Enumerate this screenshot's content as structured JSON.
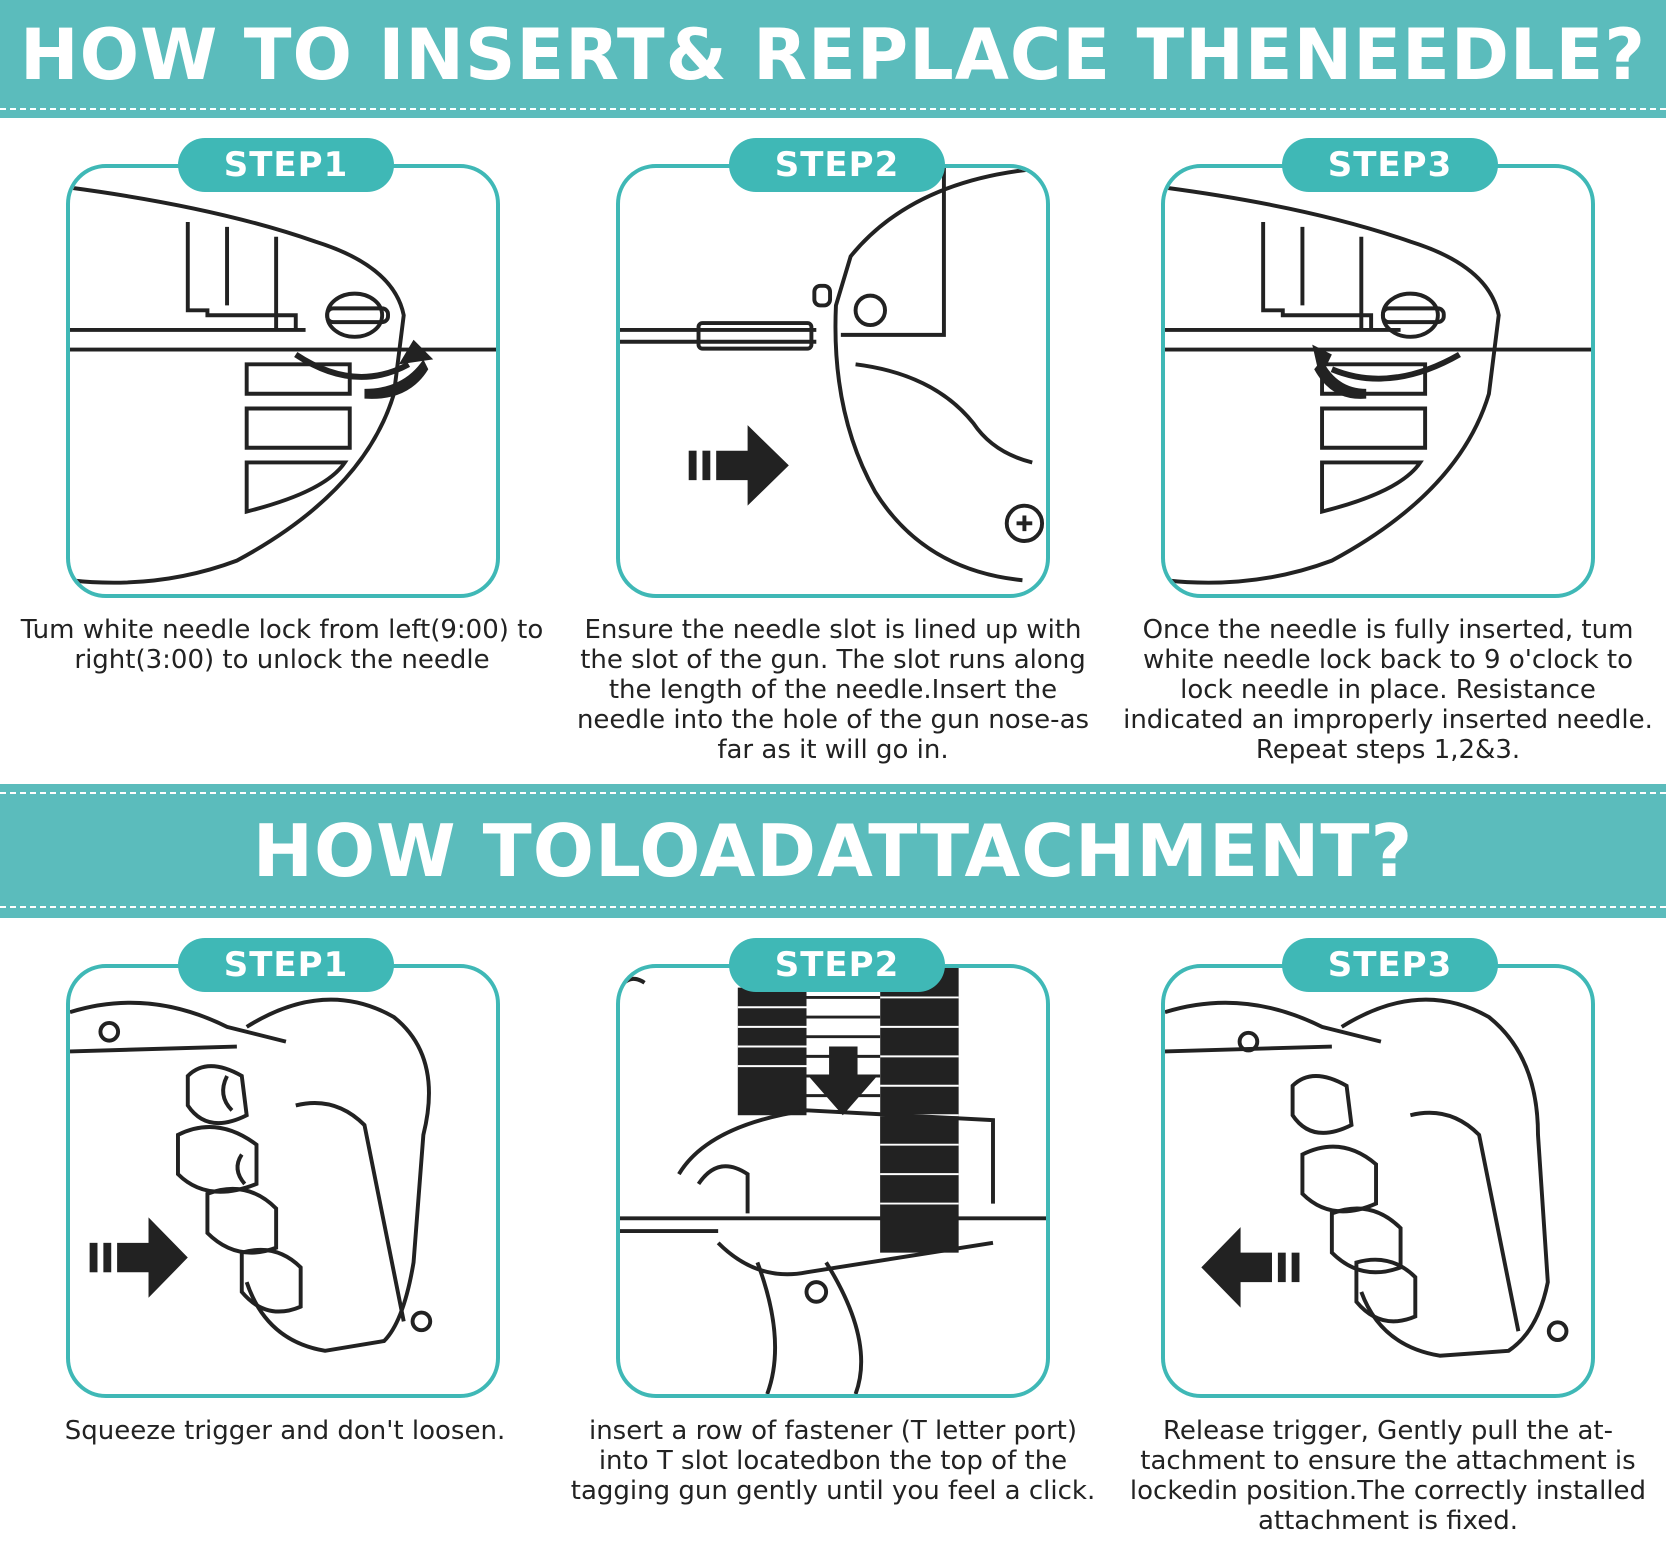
{
  "section1": {
    "title": "HOW TO INSERT& REPLACE THENEEDLE?",
    "steps": [
      {
        "label": "STEP1",
        "caption": "Tum white needle lock from left(9:00) to right(3:00) to unlock the needle"
      },
      {
        "label": "STEP2",
        "caption": "Ensure the needle slot is lined up with the slot of the gun. The slot runs along the length of the needle.Insert the needle into the hole of the gun nose-as far as it will go in."
      },
      {
        "label": "STEP3",
        "caption": "Once the needle is fully inserted, tum white needle lock back to 9 o'clock to lock needle in place. Resistance indicated an improperly inserted needle. Repeat steps 1,2&3."
      }
    ]
  },
  "section2": {
    "title": "HOW TOLOADATTACHMENT?",
    "steps": [
      {
        "label": "STEP1",
        "caption": "Squeeze trigger and don't loosen."
      },
      {
        "label": "STEP2",
        "caption": "insert a row of fastener (T letter port) into T slot locatedbon the top of the tagging gun gently until you feel a click."
      },
      {
        "label": "STEP3",
        "caption": "Release trigger, Gently pull the at-tachment to ensure the attachment is lockedin position.The correctly installed attachment is fixed."
      }
    ]
  },
  "colors": {
    "banner": "#5bbcbc",
    "accent": "#3fb8b6",
    "text": "#222222"
  }
}
